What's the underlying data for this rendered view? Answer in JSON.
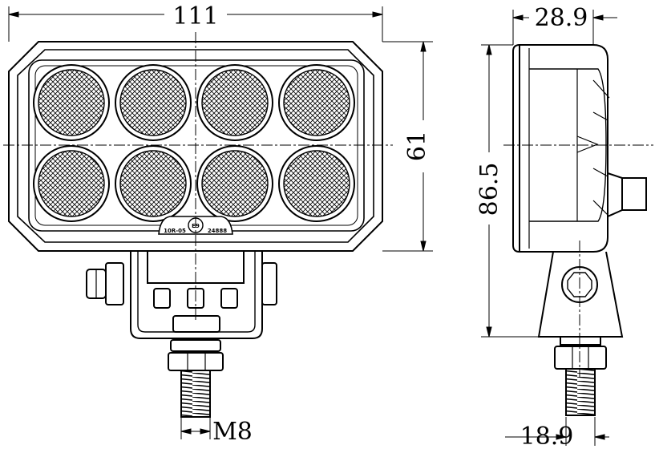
{
  "dimensions": {
    "front_width": "111",
    "front_height": "61",
    "side_depth": "28.9",
    "side_height": "86.5",
    "bracket_width": "18.9",
    "bolt_thread": "M8"
  },
  "markings": {
    "ece_approval": "10R-05",
    "e_mark": "E9",
    "approval_number": "24888"
  },
  "lamp": {
    "led_count": 8,
    "led_rows": 2,
    "led_cols": 4
  },
  "colors": {
    "line": "#000000",
    "background": "#ffffff"
  }
}
